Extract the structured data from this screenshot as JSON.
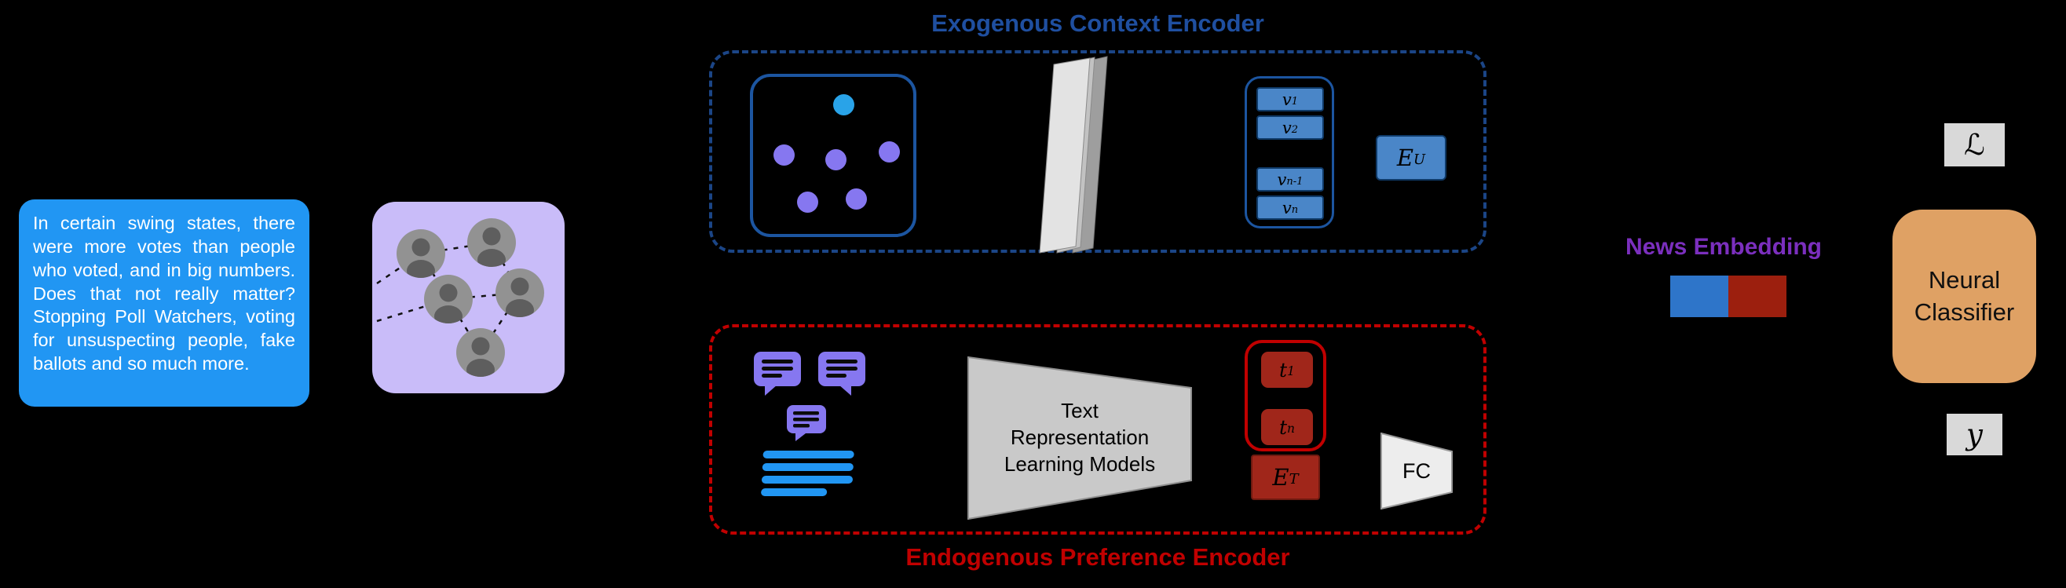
{
  "canvas": {
    "background": "#000000"
  },
  "news_sample": {
    "text": "In certain swing states, there were more votes than people who voted, and in big numbers. Does that not really matter? Stopping Poll Watchers, voting for unsuspecting people, fake ballots and so much more.",
    "bg_color": "#2196F3",
    "text_color": "#FFFFFF"
  },
  "social_graph": {
    "bg_color": "#C9BCF9",
    "icon": "user-avatar-icon",
    "avatar_count": 5
  },
  "exogenous_encoder": {
    "title": "Exogenous Context Encoder",
    "title_color": "#1F4FA0",
    "border_color": "#1B4586",
    "graph_icon": {
      "root_dot_color": "#29A3E8",
      "node_dot_color": "#8677F0",
      "frame_color": "#1C55A0"
    },
    "layers_icon": "neural-layers-icon",
    "user_vectors": {
      "box_color": "#4A86C8",
      "frame_color": "#1C55A0",
      "items": [
        {
          "base": "v",
          "sub": "1"
        },
        {
          "base": "v",
          "sub": "2"
        },
        {
          "base": "v",
          "sub": "n-1"
        },
        {
          "base": "v",
          "sub": "n"
        }
      ]
    },
    "user_embedding": {
      "base": "E",
      "sub": "U",
      "box_color": "#4A86C8"
    }
  },
  "endogenous_encoder": {
    "title": "Endogenous Preference Encoder",
    "title_color": "#C00000",
    "border_color": "#C00000",
    "icons": {
      "comments": "comment-bubble-icon",
      "post": "post-text-icon"
    },
    "trl_block": {
      "lines": [
        "Text",
        "Representation",
        "Learning Models"
      ],
      "bg_color": "#C9C9C9"
    },
    "text_vectors": {
      "box_color": "#A0261A",
      "frame_color": "#C00000",
      "items": [
        {
          "base": "t",
          "sub": "1"
        },
        {
          "base": "t",
          "sub": "n"
        }
      ]
    },
    "text_embedding": {
      "base": "E",
      "sub": "T",
      "box_color": "#A0261A"
    },
    "fc_label": "FC"
  },
  "news_embedding": {
    "label": "News Embedding",
    "label_color": "#7B2FBE",
    "segments": [
      {
        "name": "context-part",
        "color": "#2E75C9"
      },
      {
        "name": "preference-part",
        "color": "#9C1F0E"
      }
    ]
  },
  "classifier": {
    "label": "Neural Classifier",
    "bg_color": "#DFA164"
  },
  "loss": {
    "symbol": "ℒ",
    "bg_color": "#D9D9D9"
  },
  "output": {
    "symbol": "y",
    "bg_color": "#D9D9D9"
  }
}
